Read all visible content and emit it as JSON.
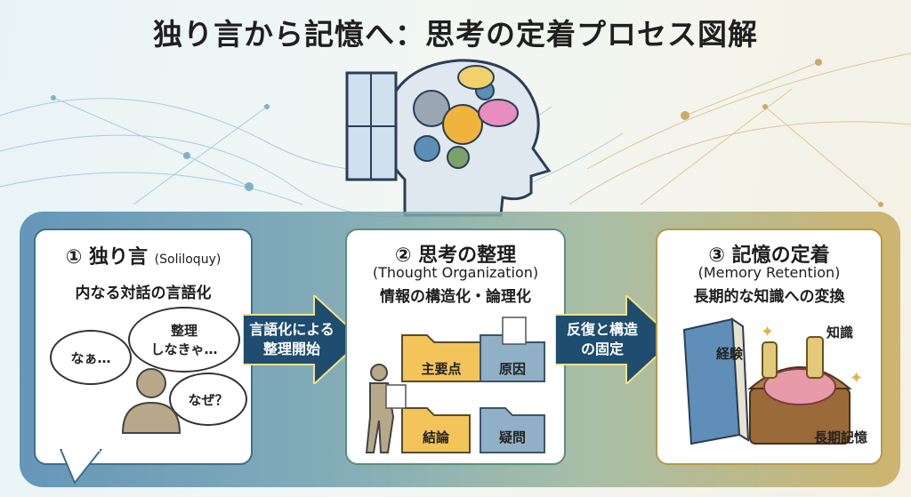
{
  "title": "独り言から記憶へ：思考の定着プロセス図解",
  "step1": {
    "title": "① 独り言",
    "title_en": "(Soliloquy)",
    "subtitle": "内なる対話の言語化",
    "bubbles": [
      "なぁ…",
      "整理\nしなきゃ…",
      "なぜ？"
    ]
  },
  "arrow1": "言語化による\n整理開始",
  "step2": {
    "title": "② 思考の整理",
    "title_en": "(Thought Organization)",
    "subtitle": "情報の構造化・論理化",
    "folders": [
      "主要点",
      "原因",
      "結論",
      "疑問"
    ]
  },
  "arrow2": "反復と構造\nの固定",
  "step3": {
    "title": "③ 記憶の定着",
    "title_en": "(Memory Retention)",
    "subtitle": "長期的な知識への変換",
    "labels": [
      "経験",
      "知識",
      "長期記憶"
    ]
  },
  "colors": {
    "step1_border": "#3f6f8c",
    "step2_border": "#5a8f7a",
    "step3_border": "#b59a4a",
    "arrow": "#1e4d70"
  }
}
